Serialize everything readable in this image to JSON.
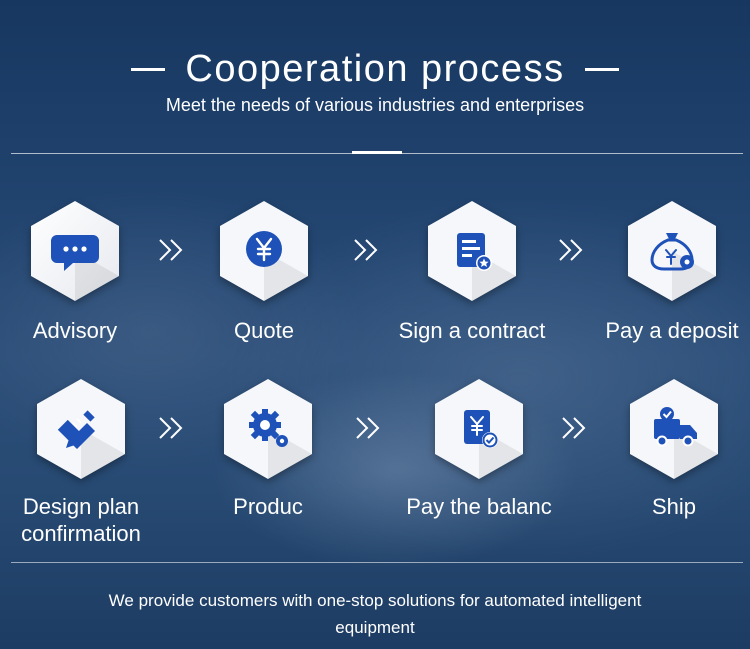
{
  "header": {
    "title": "Cooperation process",
    "subtitle": "Meet the needs of various industries and enterprises"
  },
  "steps": [
    {
      "label": "Advisory",
      "icon": "chat-bubble-icon"
    },
    {
      "label": "Quote",
      "icon": "yen-coin-icon"
    },
    {
      "label": "Sign a contract",
      "icon": "contract-document-icon"
    },
    {
      "label": "Pay a deposit",
      "icon": "money-bag-icon"
    },
    {
      "label": "Design plan confirmation",
      "icon": "pencil-ruler-icon"
    },
    {
      "label": "Produc",
      "icon": "gears-icon"
    },
    {
      "label": "Pay the balanc",
      "icon": "yen-invoice-check-icon"
    },
    {
      "label": "Ship",
      "icon": "delivery-truck-icon"
    }
  ],
  "footer": {
    "text": "We provide customers with one-stop solutions for automated intelligent equipment"
  },
  "colors": {
    "icon_blue": "#1f52b8",
    "background": "#20436e",
    "hex_fill": "#ffffff"
  }
}
